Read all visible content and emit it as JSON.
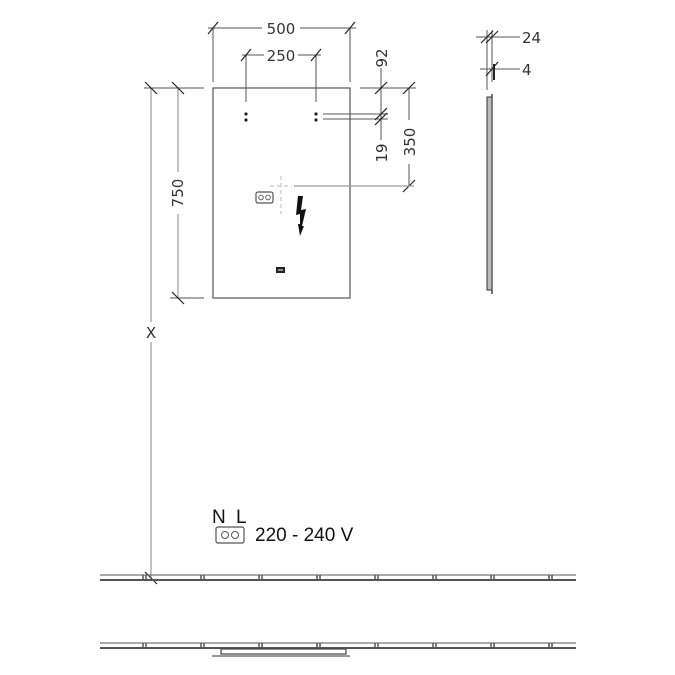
{
  "drawing": {
    "type": "technical-dimension-drawing",
    "subject": "wall mirror with lighting, front and side views",
    "colors": {
      "line": "#555555",
      "text": "#333333",
      "background": "#ffffff"
    },
    "front_view": {
      "dimensions": {
        "width": "500",
        "mount_spacing": "250",
        "height": "750",
        "top_to_mount": "92",
        "mount_offset": "19",
        "top_to_socket": "350",
        "floor_height": "X"
      },
      "symbols": [
        "mount-point-left",
        "mount-point-right",
        "socket",
        "electrical-flash",
        "switch-sensor"
      ]
    },
    "side_view": {
      "dimensions": {
        "depth": "24",
        "glass": "4"
      }
    },
    "electrical": {
      "terminal_labels": {
        "neutral": "N",
        "live": "L"
      },
      "voltage": "220 - 240 V"
    },
    "floor_sections": 2
  }
}
